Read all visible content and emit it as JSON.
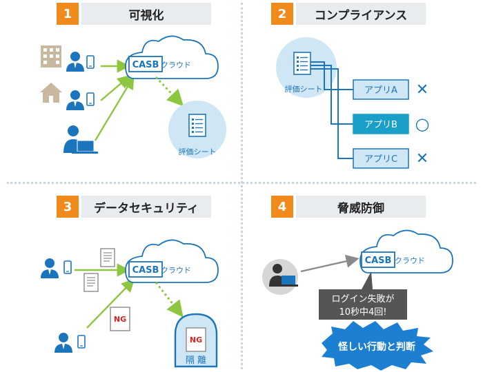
{
  "panels": [
    {
      "number": "1",
      "title": "可視化"
    },
    {
      "number": "2",
      "title": "コンプライアンス"
    },
    {
      "number": "3",
      "title": "データセキュリティ"
    },
    {
      "number": "4",
      "title": "脅威防御"
    }
  ],
  "casb_label": "CASB",
  "cloud_label": "クラウド",
  "sheet_label": "評価シート",
  "apps": [
    {
      "label": "アプリA",
      "result": "✕"
    },
    {
      "label": "アプリB",
      "result": "○"
    },
    {
      "label": "アプリC",
      "result": "✕"
    }
  ],
  "ng_label": "NG",
  "quarantine_label": "隔 離",
  "callout_line1": "ログイン失敗が",
  "callout_line2": "10秒中4回!",
  "alert_label": "怪しい行動と判断",
  "colors": {
    "accent_orange": "#f08a1c",
    "header_bg": "#e9ecef",
    "blue": "#1b75bc",
    "light_blue": "#cfe6f5",
    "green": "#8dc63f",
    "gray": "#8a8a8a",
    "red": "#e02020",
    "starburst": "#1d7fd1"
  }
}
